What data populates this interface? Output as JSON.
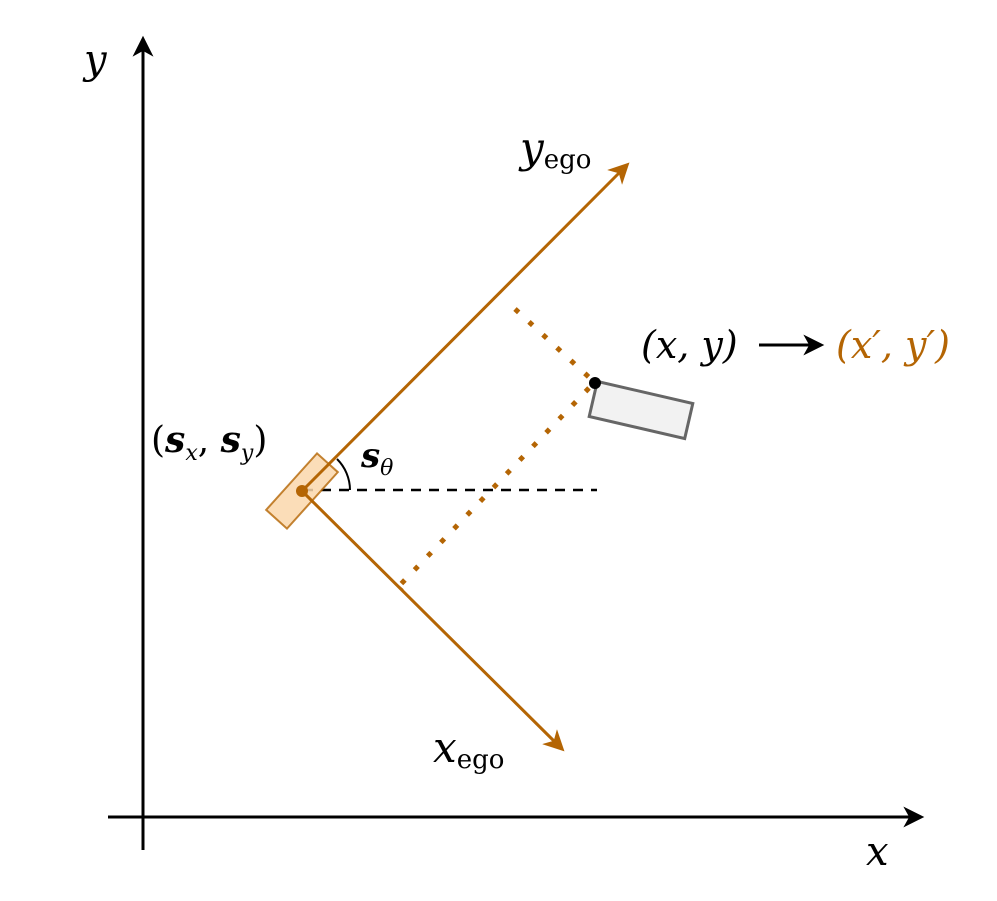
{
  "colors": {
    "world_axis": "#000000",
    "ego_axis": "#b46504",
    "ego_car_fill": "#fad7ac",
    "ego_car_stroke": "#b46504",
    "other_car_fill": "#f2f2f2",
    "other_car_stroke": "#666666",
    "projection_dots": "#b46504",
    "heading_reference": "#000000",
    "transformed_label": "#b46504"
  },
  "labels": {
    "world_y": {
      "var": "y"
    },
    "world_x": {
      "var": "x"
    },
    "ego_y": {
      "var": "y",
      "sub": "ego"
    },
    "ego_x": {
      "var": "x",
      "sub": "ego"
    },
    "ego_pose": {
      "open": "(",
      "v1": "s",
      "s1": "x",
      "sep": ", ",
      "v2": "s",
      "s2": "y",
      "close": ")"
    },
    "heading": {
      "var": "s",
      "sub": "θ"
    },
    "point": "(x, y)",
    "point_transformed": "(x′, y′)"
  }
}
